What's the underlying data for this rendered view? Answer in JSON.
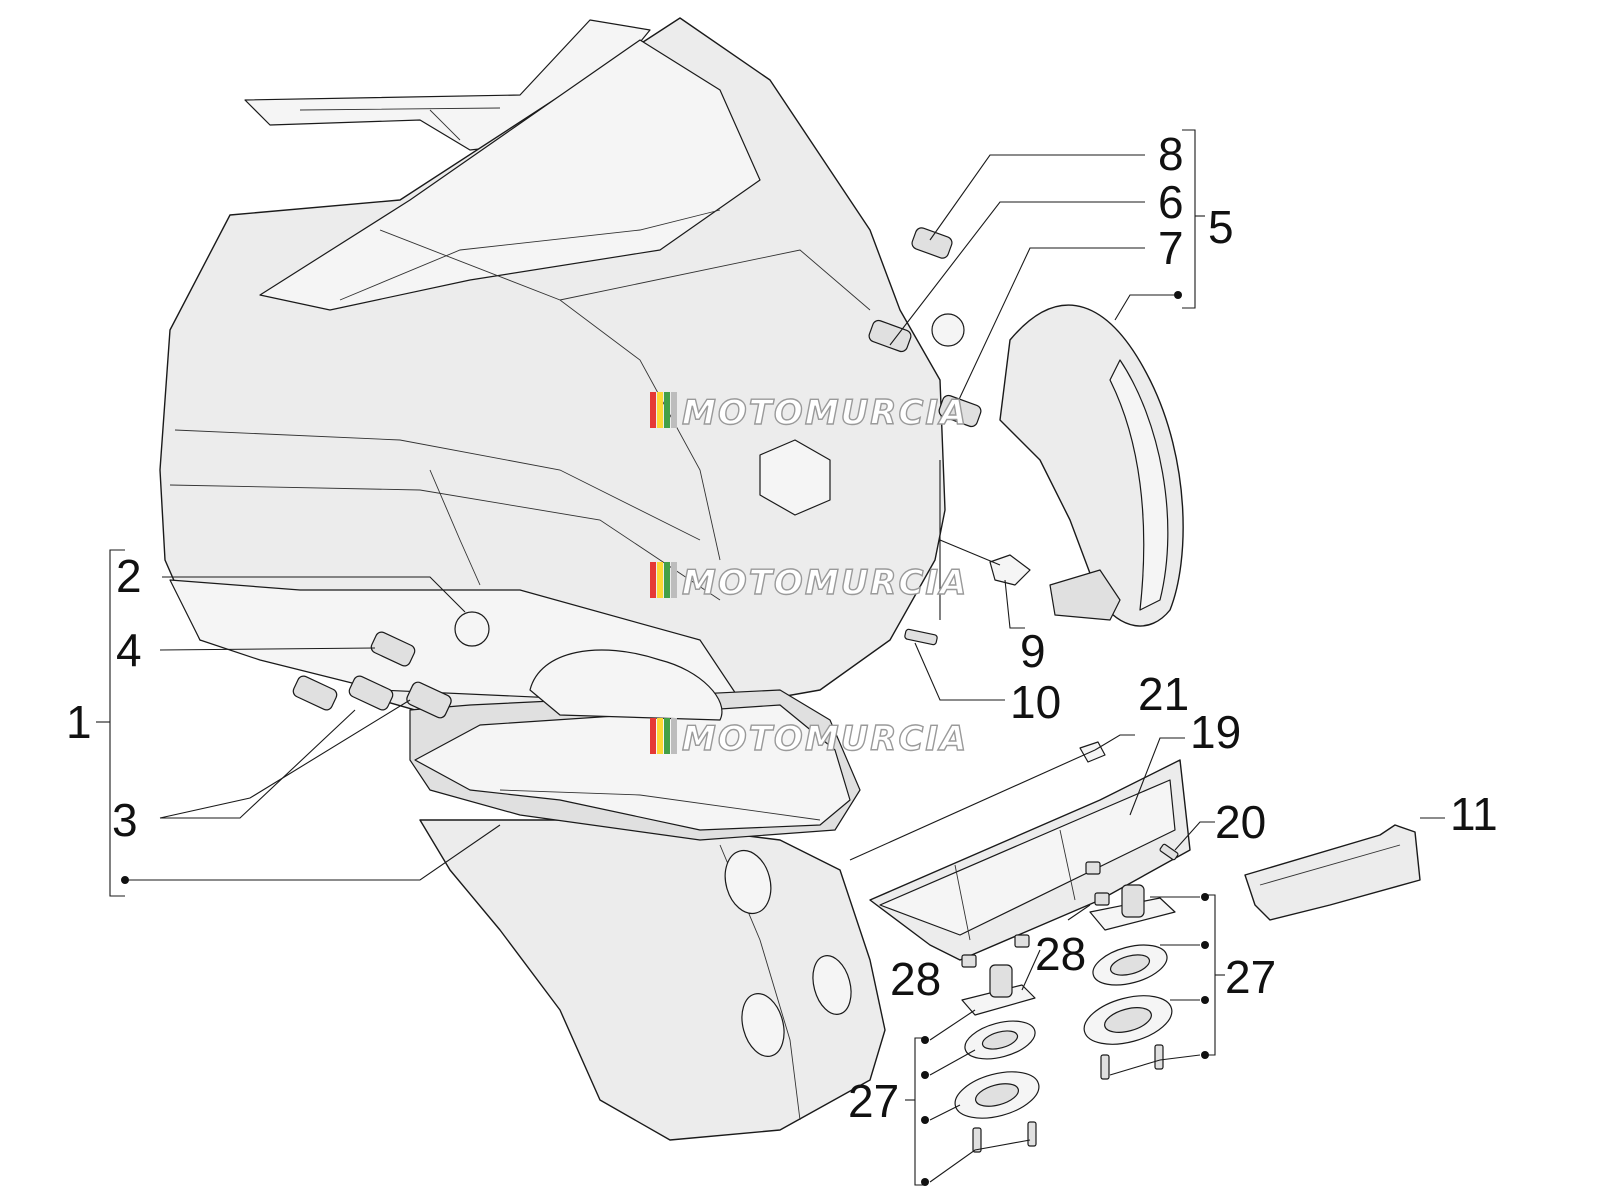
{
  "watermark": {
    "text": "MOTOMURCIA",
    "stripe_colors": [
      "#e53935",
      "#fdd835",
      "#43a047",
      "#bdbdbd"
    ]
  },
  "callouts": {
    "c1": "1",
    "c2": "2",
    "c3": "3",
    "c4": "4",
    "c5": "5",
    "c6": "6",
    "c7": "7",
    "c8": "8",
    "c9": "9",
    "c10": "10",
    "c11": "11",
    "c19": "19",
    "c20": "20",
    "c21": "21",
    "c27a": "27",
    "c27b": "27",
    "c28a": "28",
    "c28b": "28"
  }
}
